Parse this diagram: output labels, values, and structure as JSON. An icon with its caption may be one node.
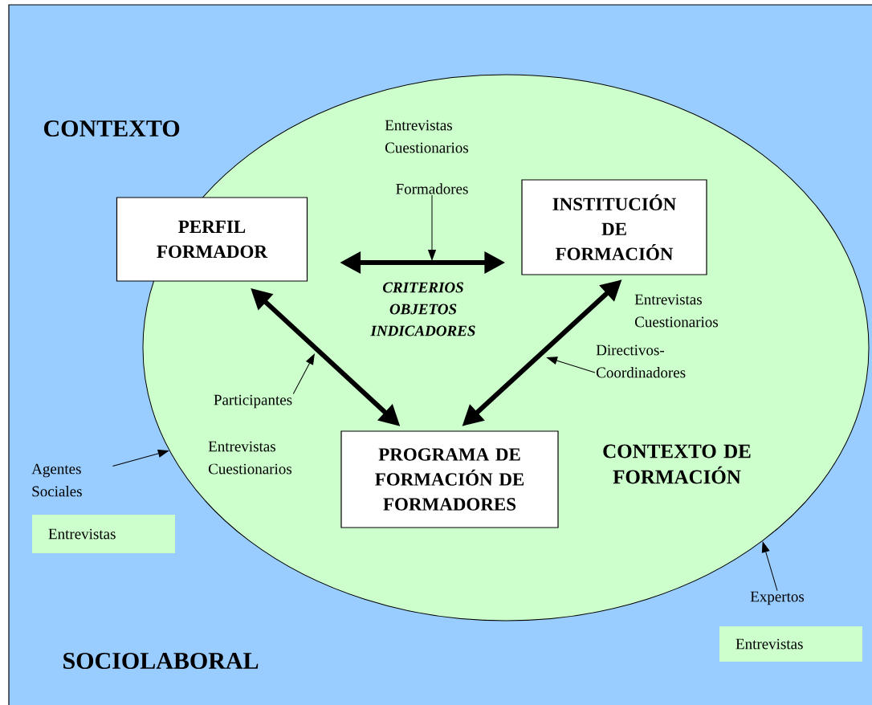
{
  "diagram": {
    "nodes": [
      {
        "text": [
          "CONTEXTO",
          "SOCIOLABORAL"
        ]
      },
      {
        "text": [
          "CONTEXTO DE FORMACIÓN"
        ],
        "in": 0
      },
      {
        "text": [
          "PERFIL FORMADOR"
        ],
        "in": 1
      },
      {
        "text": [
          "INSTITUCIÓN DE FORMACIÓN"
        ],
        "in": 1
      },
      {
        "text": [
          "PROGRAMA DE FORMACIÓN DE FORMADORES"
        ],
        "in": 1
      },
      {
        "text": [
          "Formadores"
        ],
        "in": 1
      },
      {
        "text": [
          "Participantes"
        ],
        "in": 1
      },
      {
        "text": [
          "Directivos- Coordinadores"
        ],
        "in": 1
      },
      {
        "text": [
          "Agentes Sociales"
        ],
        "in": 0
      },
      {
        "text": [
          "Expertos"
        ],
        "in": 0
      },
      {
        "text": [
          "Entrevistas"
        ],
        "in": 0
      },
      {
        "text": [
          "Entrevistas"
        ],
        "in": 0
      }
    ],
    "edges": [
      {
        "from": 2,
        "to": 4,
        "arrow": "both",
        "style": "thick"
      },
      {
        "from": 3,
        "to": 4,
        "arrow": "both",
        "style": "thick"
      },
      {
        "from": 2,
        "to": 3,
        "arrow": "both",
        "style": "thick"
      },
      {
        "from": 5,
        "to": null,
        "arrow": "to"
      },
      {
        "from": 6,
        "to": null,
        "arrow": "to"
      },
      {
        "from": 7,
        "to": null,
        "arrow": "to"
      },
      {
        "from": 8,
        "to": 1,
        "arrow": "to"
      },
      {
        "from": 9,
        "to": 1,
        "arrow": "to"
      }
    ],
    "labels": [
      "Entrevistas Cuestionarios",
      "CRITERIOS OBJETOS INDICADORES",
      "Entrevistas Cuestionarios",
      "Entrevistas Cuestionarios"
    ]
  }
}
